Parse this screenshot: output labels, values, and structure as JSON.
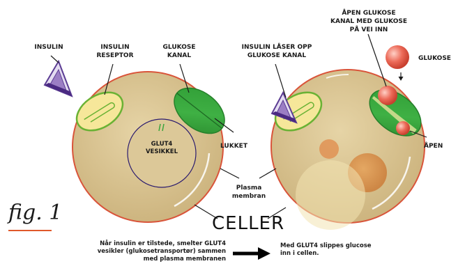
{
  "labels": {
    "insulin": "INSULIN",
    "insulin_receptor": [
      "INSULIN",
      "RESEPTOR"
    ],
    "glucose_channel": [
      "GLUKOSE",
      "KANAL"
    ],
    "glut4_vesicle": [
      "GLUT4",
      "VESIKKEL"
    ],
    "closed": "LUKKET",
    "insulin_unlocks": [
      "INSULIN LÅSER OPP",
      "GLUKOSE KANAL"
    ],
    "open_channel": [
      "ÅPEN GLUKOSE",
      "KANAL MED GLUKOSE",
      "PÅ VEI INN"
    ],
    "glucose": "GLUKOSE",
    "open": "ÅPEN",
    "plasma_membrane": [
      "Plasma",
      "membran"
    ],
    "cells": "CELLER"
  },
  "figure_label": "fig. 1",
  "captions": {
    "left": "Når insulin er tilstede, smelter GLUT4\nvesikler (glukosetransportør) sammen\nmed plasma membranen",
    "right": "Med GLUT4 slippes glucose\ninn i cellen."
  },
  "colors": {
    "cell_fill": "#d8c392",
    "cell_outline": "#d9543a",
    "receptor_fill": "#f6e79a",
    "receptor_ring": "#6ab234",
    "channel": "#3aa43c",
    "channel_dark": "#257f2a",
    "vesicle_outline": "#2a1a6e",
    "insulin_light": "#9b7ec4",
    "insulin_dark": "#4a2a82",
    "glucose": "#e85a4a",
    "arrow": "#000000"
  }
}
